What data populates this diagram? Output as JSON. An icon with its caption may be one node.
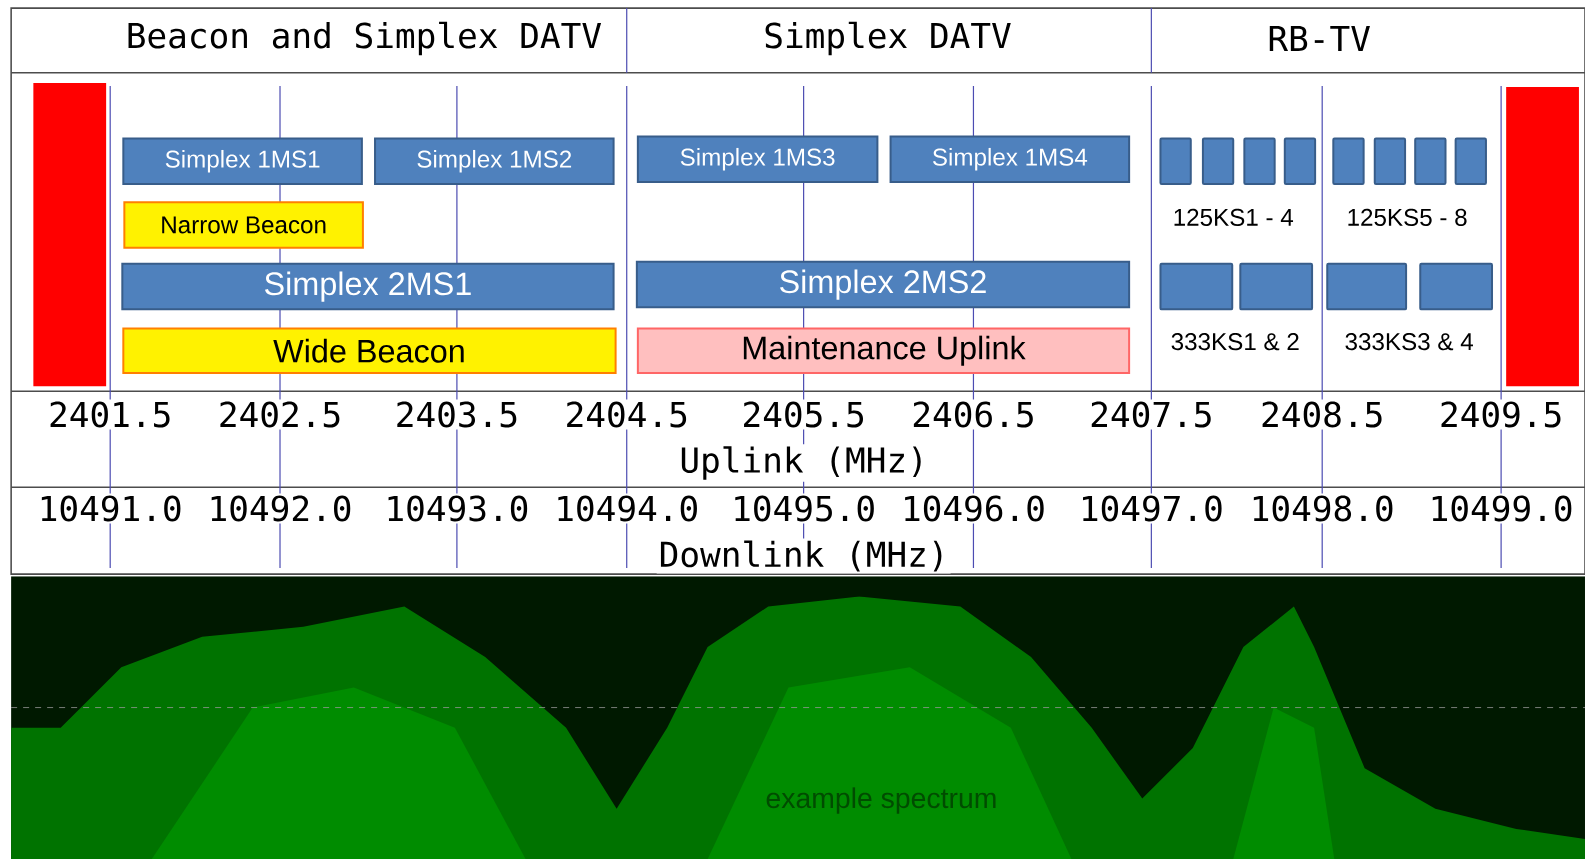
{
  "diagram": {
    "nodes": [
      {
        "text": [],
        "shape": "bar"
      },
      {
        "text": [
          "Simplex 1MS1"
        ]
      },
      {
        "text": [
          "Simplex 1MS2"
        ]
      },
      {
        "text": [
          "Simplex 1MS3"
        ]
      },
      {
        "text": [
          "Simplex 1MS4"
        ]
      },
      {
        "text": [],
        "shape": "box"
      },
      {
        "text": [],
        "shape": "box"
      },
      {
        "text": [],
        "shape": "box"
      },
      {
        "text": [],
        "shape": "box"
      },
      {
        "text": [],
        "shape": "box"
      },
      {
        "text": [],
        "shape": "box"
      },
      {
        "text": [],
        "shape": "box"
      },
      {
        "text": [],
        "shape": "box"
      },
      {
        "text": [],
        "shape": "bar"
      },
      {
        "text": [
          "Narrow Beacon"
        ]
      },
      {
        "text": [
          "Simplex 2MS1"
        ]
      },
      {
        "text": [
          "Simplex 2MS2"
        ]
      },
      {
        "text": [],
        "shape": "box"
      },
      {
        "text": [],
        "shape": "box"
      },
      {
        "text": [],
        "shape": "box"
      },
      {
        "text": [],
        "shape": "box"
      },
      {
        "text": [
          "Wide Beacon"
        ]
      },
      {
        "text": [
          "Maintenance Uplink"
        ]
      }
    ],
    "labels": [
      "Beacon and Simplex DATV",
      "Simplex DATV",
      "RB-TV",
      "125KS1 - 4",
      "125KS5 - 8",
      "333KS1 & 2",
      "333KS3 & 4",
      "2401.5",
      "2402.5",
      "2403.5",
      "2404.5",
      "2405.5",
      "2406.5",
      "2407.5",
      "2408.5",
      "2409.5",
      "Uplink (MHz)",
      "10491.0",
      "10492.0",
      "10493.0",
      "10494.0",
      "10495.0",
      "10496.0",
      "10497.0",
      "10498.0",
      "10499.0",
      "Downlink (MHz)",
      "example spectrum"
    ]
  }
}
